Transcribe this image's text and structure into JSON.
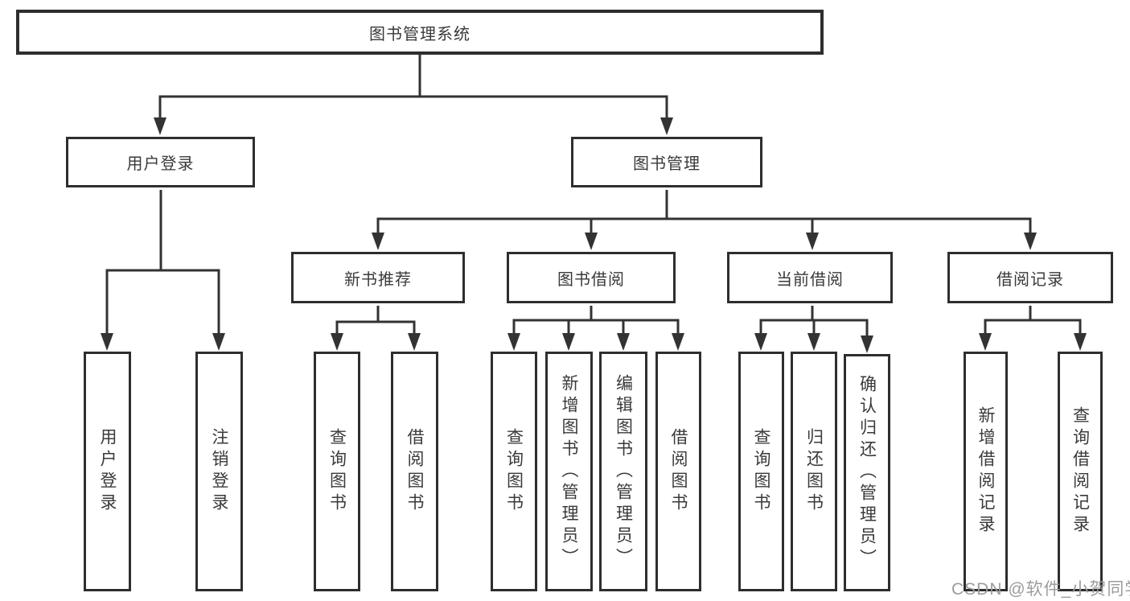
{
  "tree": {
    "label": "图书管理系统",
    "children": [
      {
        "label": "用户登录",
        "children": [
          {
            "label": "用户登录"
          },
          {
            "label": "注销登录"
          }
        ]
      },
      {
        "label": "图书管理",
        "children": [
          {
            "label": "新书推荐",
            "children": [
              {
                "label": "查询图书"
              },
              {
                "label": "借阅图书"
              }
            ]
          },
          {
            "label": "图书借阅",
            "children": [
              {
                "label": "查询图书"
              },
              {
                "label": "新增图书（管理员）"
              },
              {
                "label": "编辑图书（管理员）"
              },
              {
                "label": "借阅图书"
              }
            ]
          },
          {
            "label": "当前借阅",
            "children": [
              {
                "label": "查询图书"
              },
              {
                "label": "归还图书"
              },
              {
                "label": "确认归还（管理员）"
              }
            ]
          },
          {
            "label": "借阅记录",
            "children": [
              {
                "label": "新增借阅记录"
              },
              {
                "label": "查询借阅记录"
              }
            ]
          }
        ]
      }
    ]
  },
  "watermark": "CSDN @软件_小贺同学",
  "colors": {
    "line": "#333333",
    "box_border": "#2e2e2e",
    "box_fill": "#ffffff",
    "text": "#3a3a3a",
    "watermark": "#9c9c9c"
  }
}
